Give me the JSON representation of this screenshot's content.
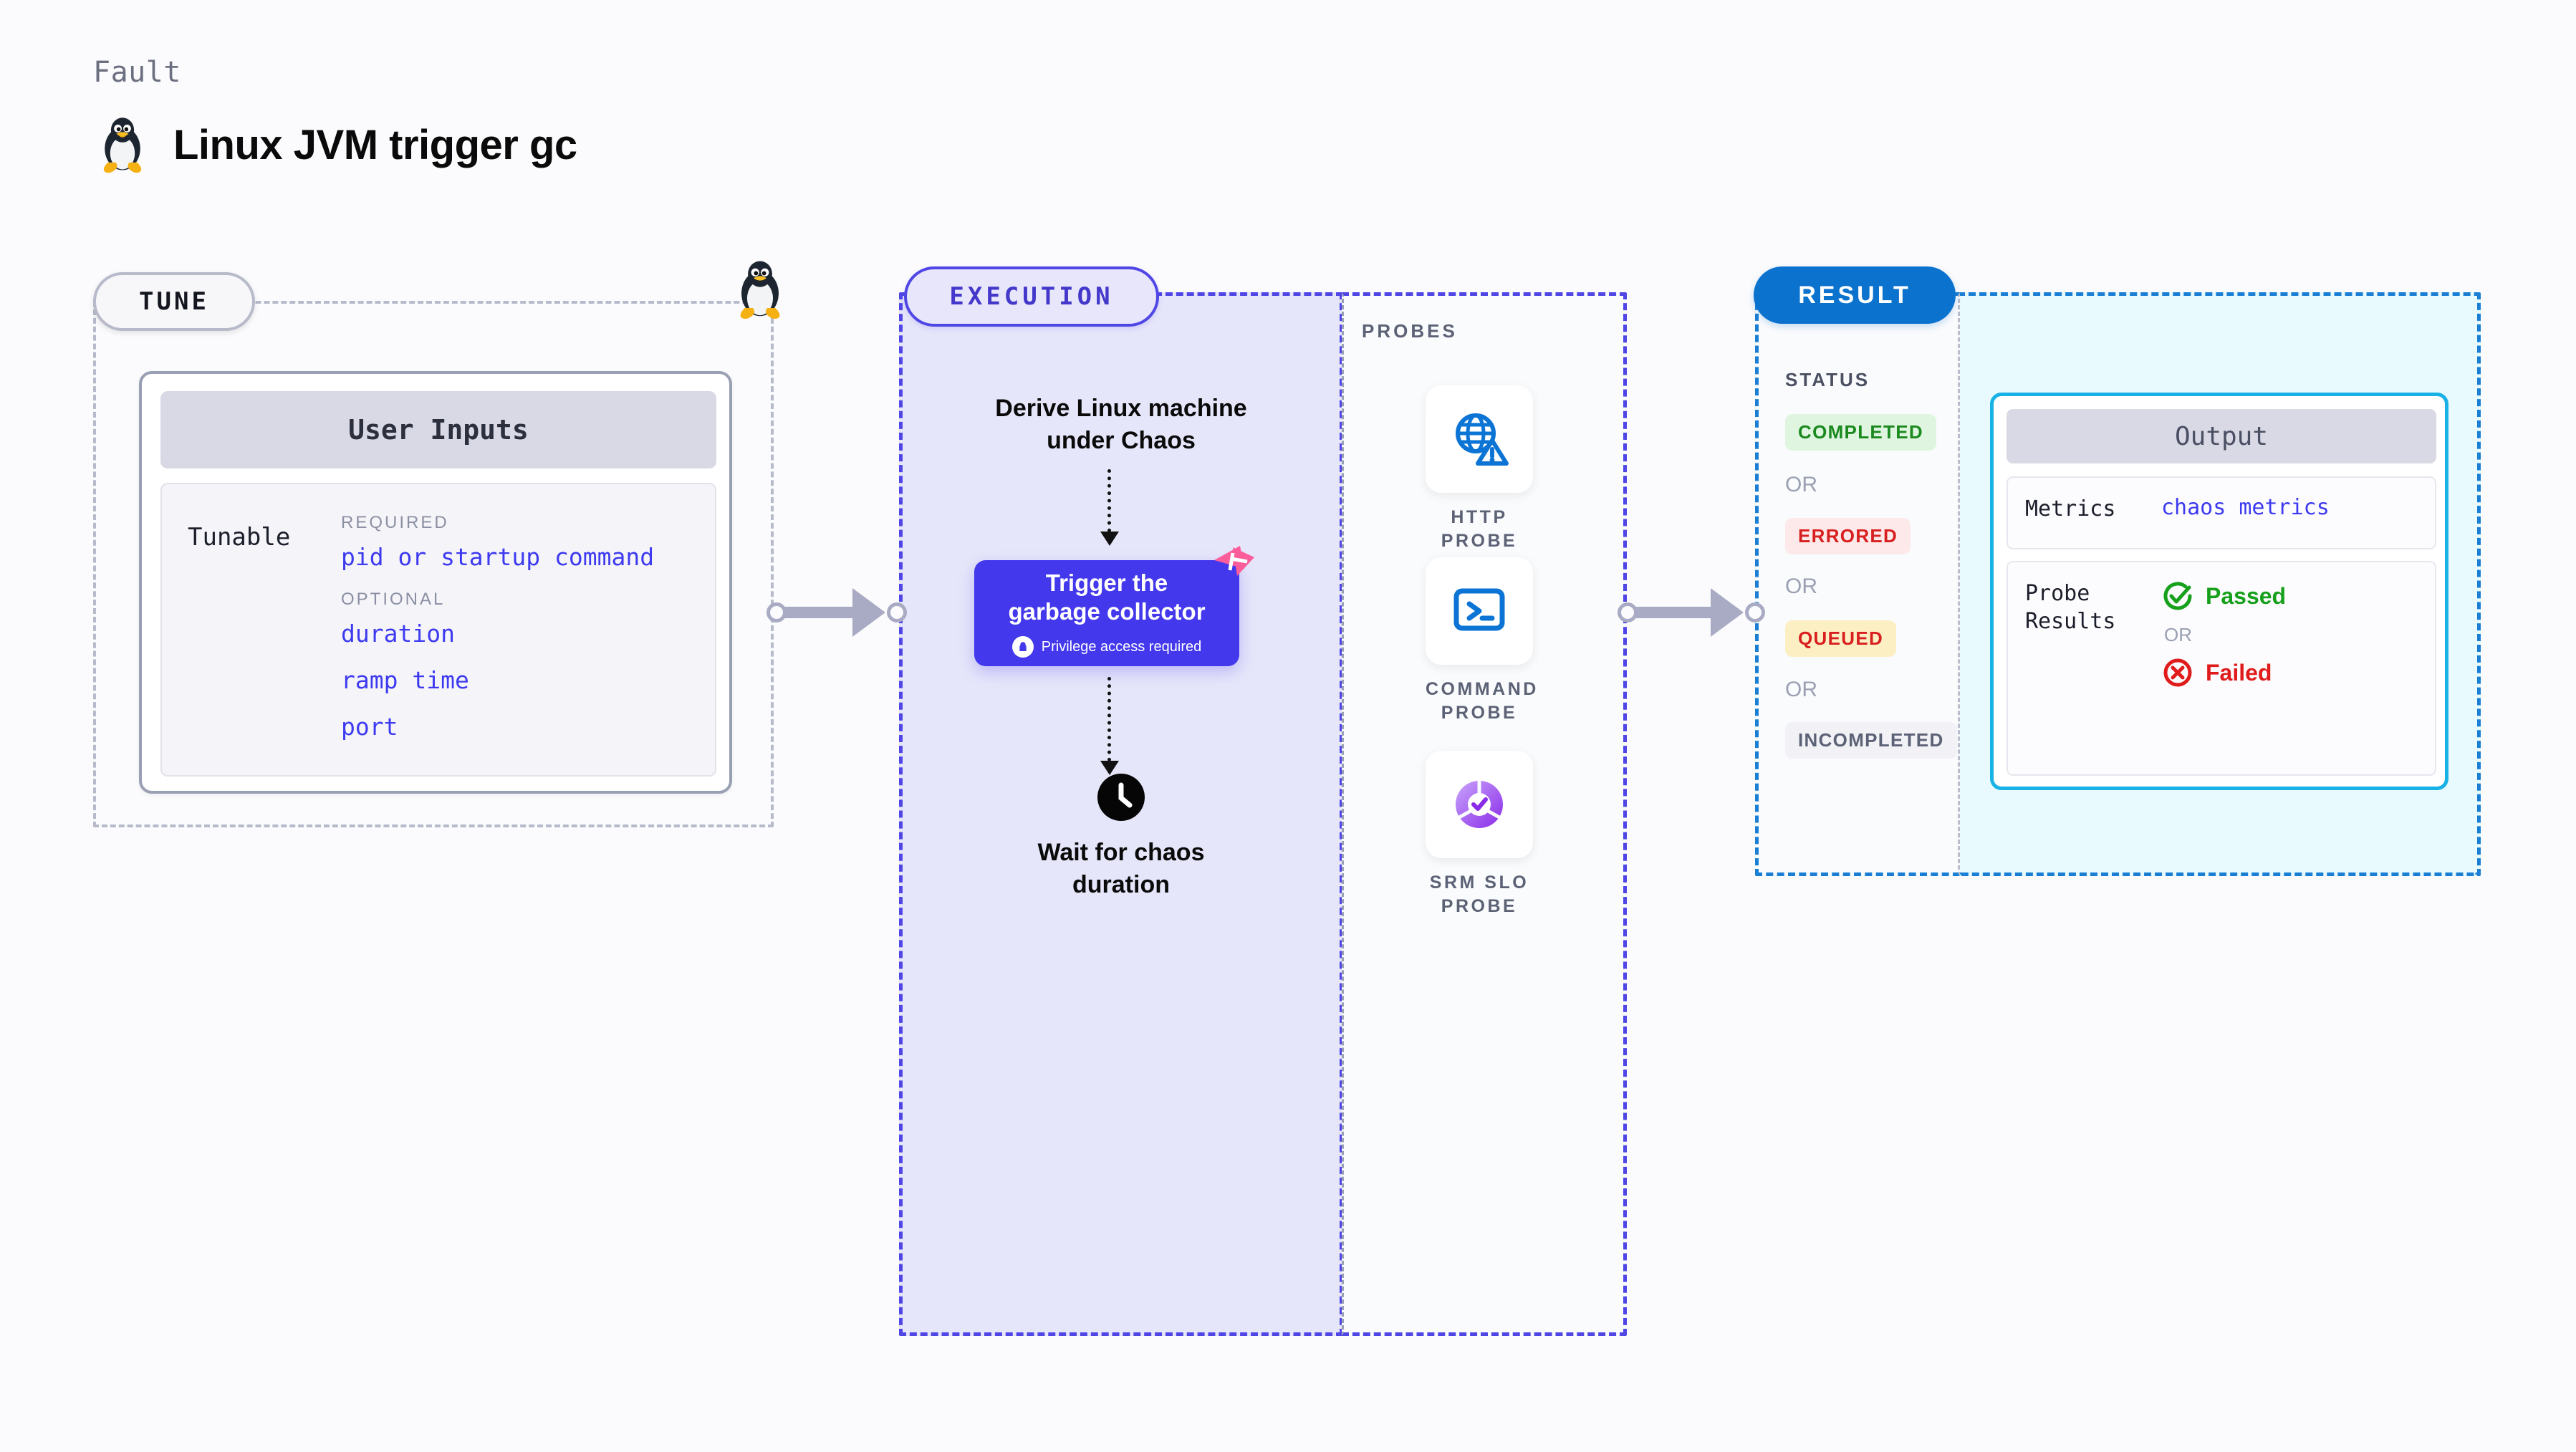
{
  "header": {
    "kicker": "Fault",
    "title": "Linux JVM trigger gc",
    "icon": "tux-penguin-icon"
  },
  "tune": {
    "badge": "TUNE",
    "card_title": "User Inputs",
    "row_label": "Tunable",
    "groups": [
      {
        "title": "REQUIRED",
        "items": [
          "pid or startup command"
        ]
      },
      {
        "title": "OPTIONAL",
        "items": [
          "duration",
          "ramp time",
          "port"
        ]
      }
    ]
  },
  "execution": {
    "badge": "EXECUTION",
    "top_step": "Derive Linux machine\nunder Chaos",
    "top_step_line1": "Derive Linux machine",
    "top_step_line2": "under Chaos",
    "card_title_line1": "Trigger the",
    "card_title_line2": "garbage collector",
    "card_note": "Privilege access required",
    "card_note_icon": "lock-icon",
    "card_corner_icon": "pink-harness-icon",
    "bottom_step_line1": "Wait for chaos",
    "bottom_step_line2": "duration",
    "bottom_step_icon": "clock-icon"
  },
  "probes": {
    "label": "PROBES",
    "items": [
      {
        "icon": "globe-warning-icon",
        "caption_line1": "HTTP  PROBE",
        "caption_line2": ""
      },
      {
        "icon": "terminal-icon",
        "caption_line1": "COMMAND",
        "caption_line2": "PROBE"
      },
      {
        "icon": "srm-slo-donut-icon",
        "caption_line1": "SRM  SLO",
        "caption_line2": "PROBE"
      }
    ]
  },
  "result": {
    "badge": "RESULT",
    "status_label": "STATUS",
    "or_label": "OR",
    "statuses": [
      {
        "text": "COMPLETED",
        "color": "#1a8a1f",
        "bg": "#dff5e0"
      },
      {
        "text": "ERRORED",
        "color": "#d81f1f",
        "bg": "#fde9e9"
      },
      {
        "text": "QUEUED",
        "color": "#d81f1f",
        "bg": "#fdefc4"
      },
      {
        "text": "INCOMPLETED",
        "color": "#5c6275",
        "bg": "#f1f1f6"
      }
    ]
  },
  "output": {
    "title": "Output",
    "metrics_label": "Metrics",
    "metrics_value": "chaos metrics",
    "probe_results_label_line1": "Probe",
    "probe_results_label_line2": "Results",
    "passed_text": "Passed",
    "passed_icon": "check-circle-icon",
    "passed_color": "#17a01b",
    "or_label": "OR",
    "failed_text": "Failed",
    "failed_icon": "x-circle-icon",
    "failed_color": "#e01b1b"
  },
  "colors": {
    "accent_purple": "#4338ec",
    "accent_blue": "#0b72ce",
    "accent_cyan": "#19b2e6",
    "link_blue": "#3d3af0",
    "connector_gray": "#a9abc4"
  }
}
